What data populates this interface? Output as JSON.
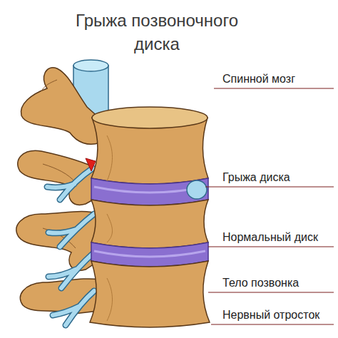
{
  "diagram": {
    "title": "Грыжа позвоночного диска",
    "labels": [
      "Спинной мозг",
      "Грыжа диска",
      "Нормальный диск",
      "Тело позвонка",
      "Нервный отросток"
    ]
  }
}
